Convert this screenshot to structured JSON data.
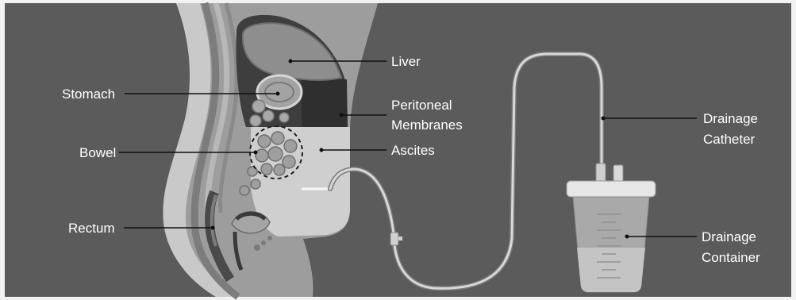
{
  "diagram": {
    "labels": {
      "liver": "Liver",
      "stomach": "Stomach",
      "peritoneal_line1": "Peritoneal",
      "peritoneal_line2": "Membranes",
      "bowel": "Bowel",
      "ascites": "Ascites",
      "rectum": "Rectum",
      "catheter_line1": "Drainage",
      "catheter_line2": "Catheter",
      "container_line1": "Drainage",
      "container_line2": "Container"
    },
    "colors": {
      "background": "#5b5b5b",
      "label_text": "#ffffff",
      "leader_line": "#111111"
    }
  }
}
